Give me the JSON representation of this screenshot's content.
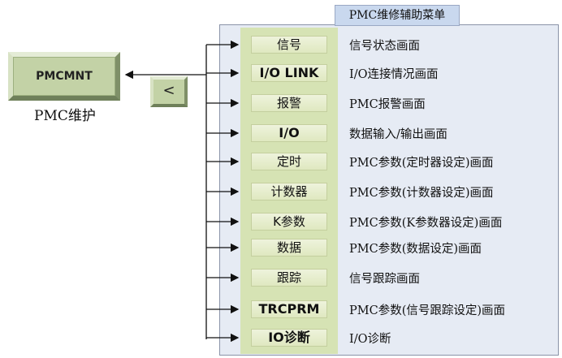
{
  "panel_title": "PMC维修辅助菜单",
  "main_key": {
    "label": "PMCMNT",
    "caption": "PMC维护"
  },
  "prev_key": "<",
  "menu": [
    {
      "key": "信号",
      "desc": "信号状态画面"
    },
    {
      "key": "I/O LINK",
      "desc": "I/O连接情况画面"
    },
    {
      "key": "报警",
      "desc": "PMC报警画面"
    },
    {
      "key": "I/O",
      "desc": "数据输入/输出画面"
    },
    {
      "key": "定时",
      "desc": "PMC参数(定时器设定)画面"
    },
    {
      "key": "计数器",
      "desc": "PMC参数(计数器设定)画面"
    },
    {
      "key": "K参数",
      "desc": "PMC参数(K参数器设定)画面"
    },
    {
      "key": "数据",
      "desc": "PMC参数(数据设定)画面"
    },
    {
      "key": "跟踪",
      "desc": "信号跟踪画面"
    },
    {
      "key": "TRCPRM",
      "desc": "PMC参数(信号跟踪设定)画面"
    },
    {
      "key": "IO诊断",
      "desc": "I/O诊断"
    }
  ]
}
